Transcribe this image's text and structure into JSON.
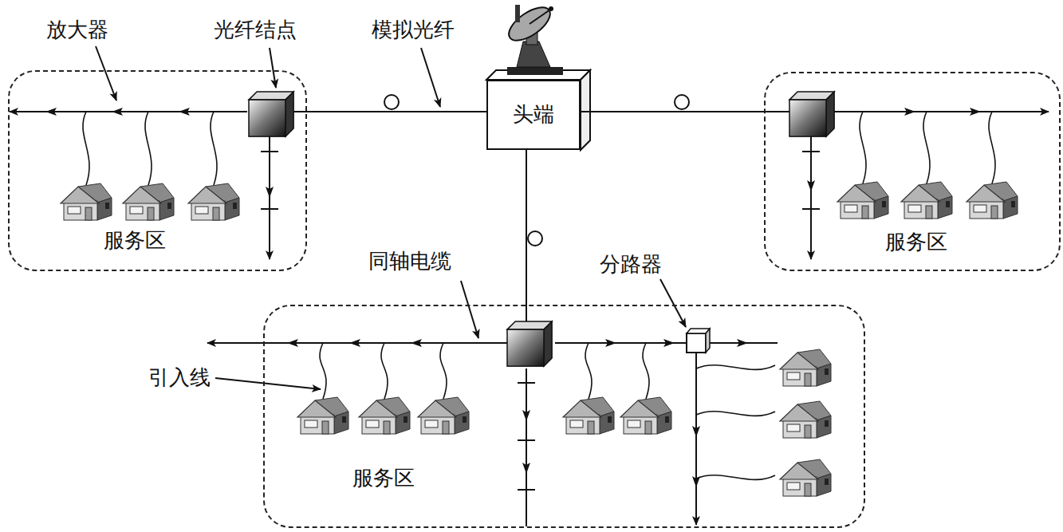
{
  "diagram": {
    "nodes": [
      {
        "text": [
          "服务区"
        ]
      },
      {
        "text": [
          "头端"
        ]
      },
      {
        "text": [
          "服务区"
        ]
      },
      {
        "text": [
          "服务区"
        ]
      }
    ],
    "edges": [
      {
        "from": 1,
        "to": 0,
        "arrow": "none"
      },
      {
        "from": 1,
        "to": 2,
        "arrow": "none"
      },
      {
        "from": 1,
        "to": 3,
        "arrow": "none"
      }
    ],
    "labels": [
      "放大器",
      "光纤结点",
      "模拟光纤",
      "同轴电缆",
      "分路器",
      "引入线"
    ]
  }
}
